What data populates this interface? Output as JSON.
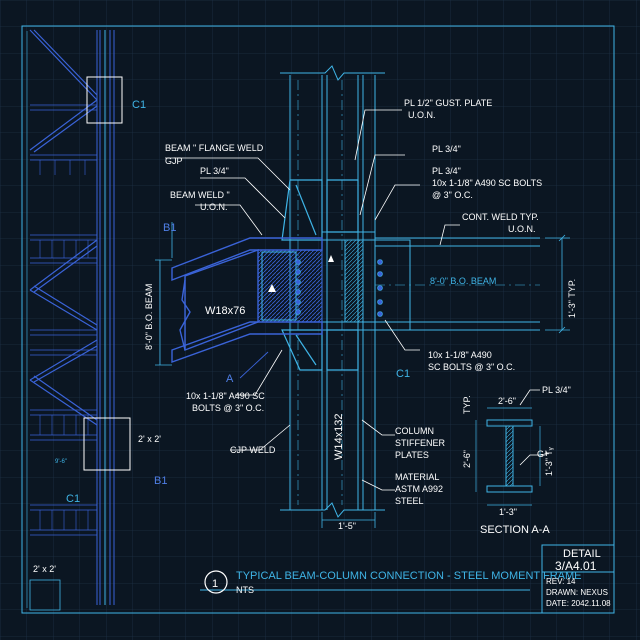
{
  "colors": {
    "background": "#0b1622",
    "grid": "#1c3044",
    "cyan": "#3fb4e6",
    "blue": "#3a63d8",
    "white": "#ffffff"
  },
  "callouts": {
    "gusset_plate": "PL 1/2\" GUST. PLATE",
    "gusset_uon": "U.O.N.",
    "beam_flange_weld": "BEAM \" FLANGE WELD",
    "beam_flange_weld_sub": "GJP",
    "pl34_left": "PL 3/4\"",
    "beam_weld": "BEAM WELD \"",
    "beam_weld_uon": "U.O.N.",
    "pl34_right_top": "PL 3/4\"",
    "pl34_right": "PL 3/4\"",
    "bolts_top_1": "10x 1-1/8\" A490 SC BOLTS",
    "bolts_top_2": "@ 3\" O.C.",
    "cont_weld": "CONT. WELD TYP.",
    "cont_weld_uon": "U.O.N.",
    "beam_bo_right": "8'-0\" B.O. BEAM",
    "typ_dim": "1'-3\" TYP.",
    "beam_size": "W18x76",
    "beam_bo_left": "8'-0\" B.O. BEAM",
    "bolts_left_1": "10x 1-1/8\" A490 SC",
    "bolts_left_2": "BOLTS @ 3\" O.C.",
    "bolts_right_1": "10x 1-1/8\" A490",
    "bolts_right_2": "SC BOLTS @ 3\" O.C.",
    "cjp_weld": "CJP WELD",
    "column_size": "W14x132",
    "col_stiffener_1": "COLUMN",
    "col_stiffener_2": "STIFFENER",
    "col_stiffener_3": "PLATES",
    "material_1": "MATERIAL",
    "material_2": "ASTM A992",
    "material_3": "STEEL",
    "col_dim": "1'-5\""
  },
  "markers": {
    "b1_top": "B1",
    "a": "A",
    "c1_mid": "C1",
    "c1_top_left": "C1",
    "c1_bottom_left": "C1",
    "b1_bottom": "B1",
    "box_2x2": "2' x 2'",
    "grid_2x2": "2' x 2'",
    "small_dim": "9'-6\""
  },
  "section": {
    "title": "SECTION A-A",
    "width_dim": "2'-6\"",
    "plate": "PL 3/4\"",
    "typ": "TYP.",
    "height_dim": "2'-6\"",
    "inner_dim": "1'-3\" Tᵧ",
    "weld": "G+",
    "bottom_dim": "1'-3\""
  },
  "title_block": {
    "detail_number": "1",
    "title": "TYPICAL BEAM-COLUMN CONNECTION - STEEL MOMENT FRAME",
    "scale": "NTS",
    "detail_label": "DETAIL",
    "sheet_ref": "3/A4.01",
    "rev": "REV: 14",
    "drawn": "DRAWN: NEXUS",
    "date": "DATE: 2042.11.08"
  }
}
